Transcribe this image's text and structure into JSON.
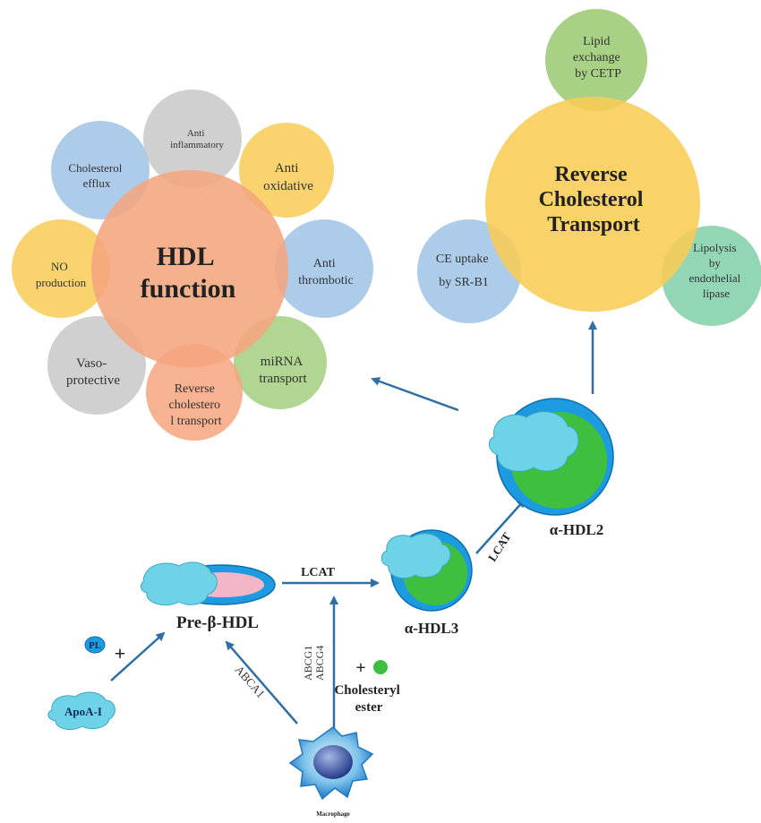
{
  "hdl_function": {
    "title_line1": "HDL",
    "title_line2": "function",
    "petals": {
      "anti_inflammatory": [
        "Anti",
        "inflammatory"
      ],
      "anti_oxidative": [
        "Anti",
        "oxidative"
      ],
      "anti_thrombotic": [
        "Anti",
        "thrombotic"
      ],
      "mirna_transport": [
        "miRNA",
        "transport"
      ],
      "reverse_cholesterol_transport": [
        "Reverse",
        "cholestero",
        "l transport"
      ],
      "vaso_protective": [
        "Vaso-",
        "protective"
      ],
      "no_production": [
        "NO",
        "production"
      ],
      "cholesterol_efflux": [
        "Cholesterol",
        "efflux"
      ]
    }
  },
  "rct": {
    "title_line1": "Reverse",
    "title_line2": "Cholesterol",
    "title_line3": "Transport",
    "lipid_exchange": [
      "Lipid",
      "exchange",
      "by CETP"
    ],
    "ce_uptake": [
      "CE uptake",
      "by SR-B1"
    ],
    "lipolysis": [
      "Lipolysis",
      "by",
      "endothelial",
      "lipase"
    ]
  },
  "pathway": {
    "pl": "PL",
    "plus1": "+",
    "apoa1": "ApoA-I",
    "pre_beta_hdl": "Pre-β-HDL",
    "lcat1": "LCAT",
    "lcat2": "LCAT",
    "alpha_hdl3": "α-HDL3",
    "alpha_hdl2": "α-HDL2",
    "abca1": "ABCA1",
    "abcg1": "ABCG1",
    "abcg4": "ABCG4",
    "plus2": "+",
    "cholesteryl_line1": "Cholesteryl",
    "cholesteryl_line2": "ester",
    "macrophage": "Macrophage"
  },
  "colors": {
    "salmon": "#f4a57e",
    "gray": "#c8c8c8",
    "yellow": "#f8cc55",
    "blue": "#9dc3e6",
    "green": "#a3cf7e",
    "teal": "#7fcfa9",
    "arrow": "#2e6fa6",
    "hdl_blue": "#1d9be0",
    "hdl_green": "#3fbf3f",
    "cyan_blob": "#6fd3e8"
  }
}
